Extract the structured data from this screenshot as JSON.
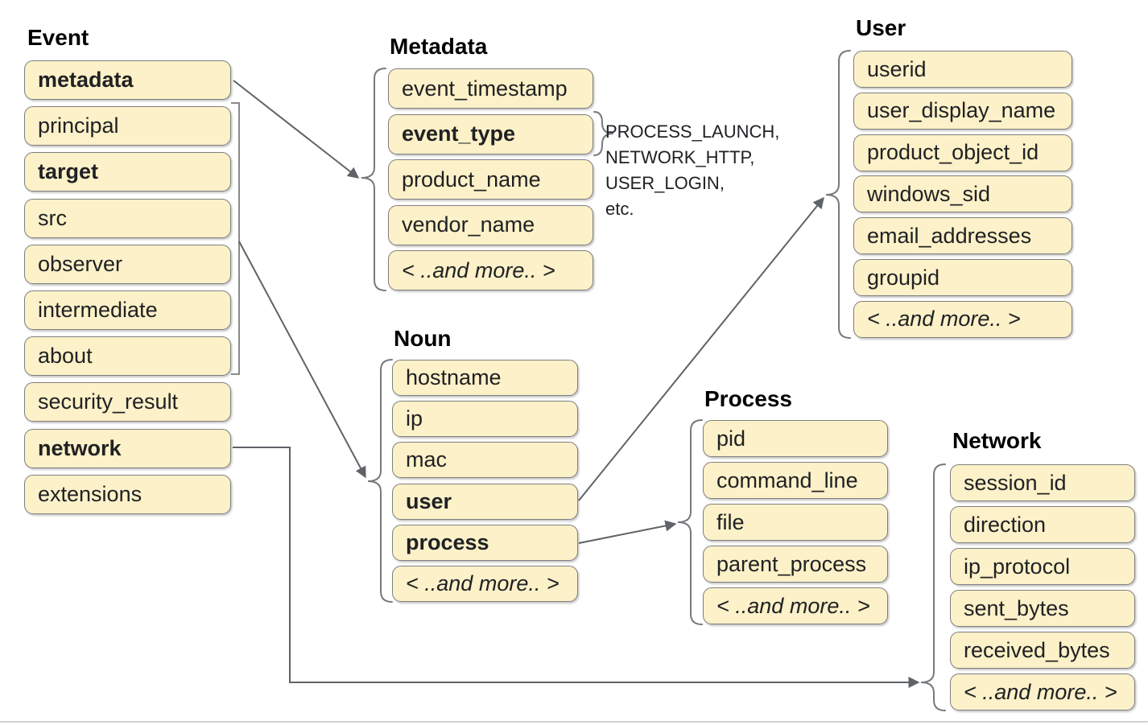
{
  "columns": [
    {
      "id": "event",
      "title": "Event",
      "items": [
        {
          "label": "metadata",
          "bold": true
        },
        {
          "label": "principal"
        },
        {
          "label": "target",
          "bold": true
        },
        {
          "label": "src"
        },
        {
          "label": "observer"
        },
        {
          "label": "intermediate"
        },
        {
          "label": "about"
        },
        {
          "label": "security_result"
        },
        {
          "label": "network",
          "bold": true
        },
        {
          "label": "extensions"
        }
      ]
    },
    {
      "id": "metadata",
      "title": "Metadata",
      "items": [
        {
          "label": "event_timestamp"
        },
        {
          "label": "event_type",
          "bold": true
        },
        {
          "label": "product_name"
        },
        {
          "label": "vendor_name"
        },
        {
          "label": "< ..and more.. >",
          "italic": true
        }
      ]
    },
    {
      "id": "noun",
      "title": "Noun",
      "items": [
        {
          "label": "hostname"
        },
        {
          "label": "ip"
        },
        {
          "label": "mac"
        },
        {
          "label": "user",
          "bold": true
        },
        {
          "label": "process",
          "bold": true
        },
        {
          "label": "< ..and more.. >",
          "italic": true
        }
      ]
    },
    {
      "id": "user",
      "title": "User",
      "items": [
        {
          "label": "userid"
        },
        {
          "label": "user_display_name"
        },
        {
          "label": "product_object_id"
        },
        {
          "label": "windows_sid"
        },
        {
          "label": "email_addresses"
        },
        {
          "label": "groupid"
        },
        {
          "label": "< ..and more.. >",
          "italic": true
        }
      ]
    },
    {
      "id": "process",
      "title": "Process",
      "items": [
        {
          "label": "pid"
        },
        {
          "label": "command_line"
        },
        {
          "label": "file"
        },
        {
          "label": "parent_process"
        },
        {
          "label": "< ..and more.. >",
          "italic": true
        }
      ]
    },
    {
      "id": "network",
      "title": "Network",
      "items": [
        {
          "label": "session_id"
        },
        {
          "label": "direction"
        },
        {
          "label": "ip_protocol"
        },
        {
          "label": "sent_bytes"
        },
        {
          "label": "received_bytes"
        },
        {
          "label": "< ..and more.. >",
          "italic": true
        }
      ]
    }
  ],
  "event_type_values": {
    "lines": [
      "PROCESS_LAUNCH,",
      "NETWORK_HTTP,",
      "USER_LOGIN,",
      "etc."
    ]
  },
  "connections": [
    {
      "from": "Event.metadata",
      "to": "Metadata"
    },
    {
      "from": "Event.principal/target/src/observer/intermediate/about",
      "to": "Noun"
    },
    {
      "from": "Noun.user",
      "to": "User"
    },
    {
      "from": "Noun.process",
      "to": "Process"
    },
    {
      "from": "Event.network",
      "to": "Network"
    }
  ],
  "colors": {
    "box_fill": "#fcf1c8",
    "box_border": "#7e7e7e",
    "connector": "#5f6368",
    "brace": "#76797d",
    "bracket": "#8a8a8a",
    "text": "#202124",
    "title": "#000000",
    "divider": "#cdd0d4"
  }
}
